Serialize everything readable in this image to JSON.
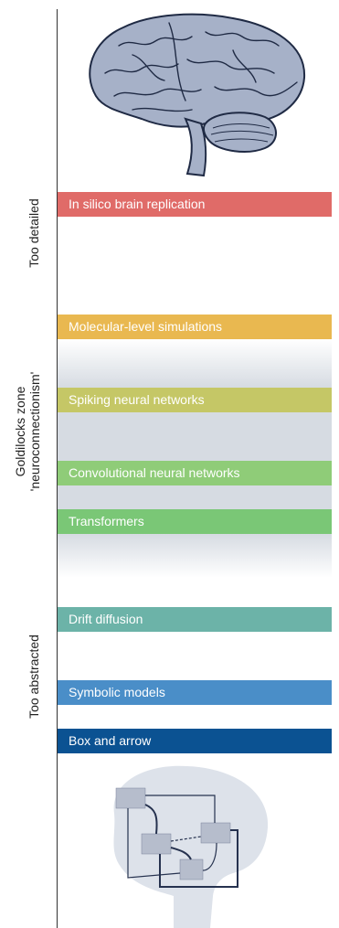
{
  "zones": {
    "too_detailed": "Too detailed",
    "goldilocks_line1": "Goldilocks zone",
    "goldilocks_line2": "'neuroconnectionism'",
    "too_abstracted": "Too abstracted"
  },
  "models": [
    {
      "label": "In silico brain replication",
      "color": "#e06b68"
    },
    {
      "label": "Molecular-level simulations",
      "color": "#e9b850"
    },
    {
      "label": "Spiking neural networks",
      "color": "#c5c766"
    },
    {
      "label": "Convolutional neural networks",
      "color": "#8fcc78"
    },
    {
      "label": "Transformers",
      "color": "#7ac776"
    },
    {
      "label": "Drift diffusion",
      "color": "#6cb3a8"
    },
    {
      "label": "Symbolic models",
      "color": "#4a8ec8"
    },
    {
      "label": "Box and arrow",
      "color": "#0b5292"
    }
  ]
}
